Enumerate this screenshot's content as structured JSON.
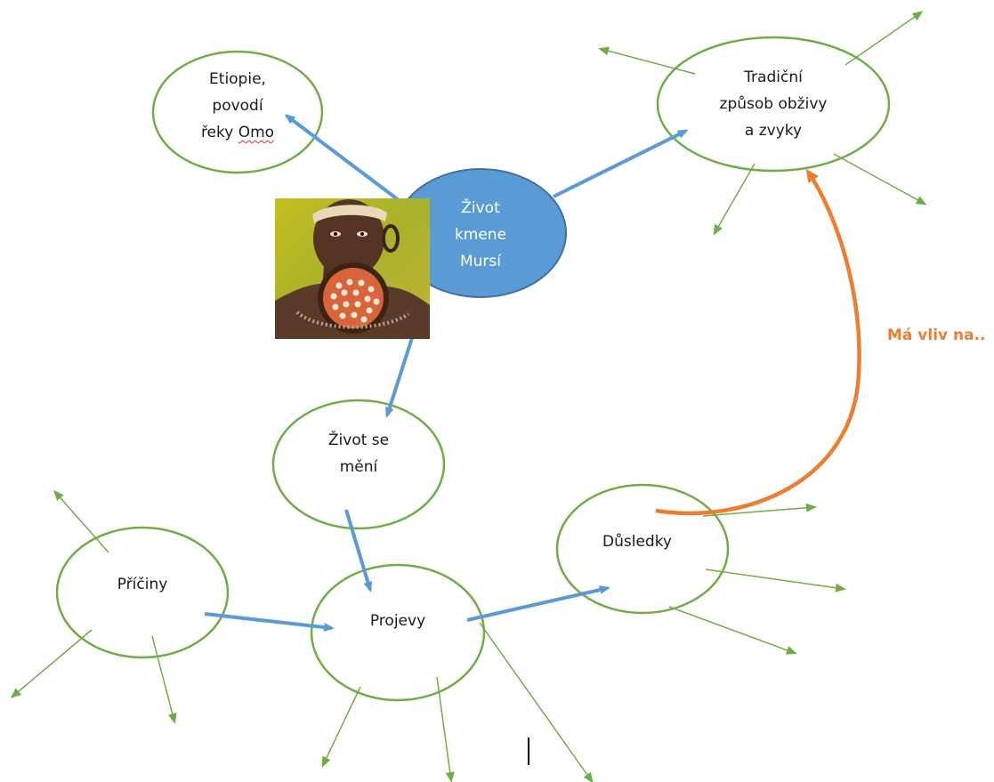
{
  "nodes": {
    "center": {
      "line1": "Život",
      "line2": "kmene",
      "line3": "Mursí"
    },
    "etiopie": {
      "line1": "Etiopie,",
      "line2": "povodí",
      "line3a": "řeky ",
      "line3b": "Omo"
    },
    "tradicni": {
      "line1": "Tradiční",
      "line2": "způsob obživy",
      "line3": "a zvyky"
    },
    "zivot_se_meni": {
      "line1": "Život se",
      "line2": "mění"
    },
    "priciny": {
      "label": "Příčiny"
    },
    "projevy": {
      "label": "Projevy"
    },
    "dusledky": {
      "label": "Důsledky"
    }
  },
  "edge_label": "Má vliv na..",
  "colors": {
    "node_stroke": "#70ad47",
    "center_fill": "#5b9bd5",
    "center_stroke": "#41719c",
    "blue_arrow": "#5b9bd5",
    "green_arrow": "#70ad47",
    "orange_arrow": "#ed7d31"
  },
  "image": {
    "description_icon": "mursi-portrait-photo"
  }
}
